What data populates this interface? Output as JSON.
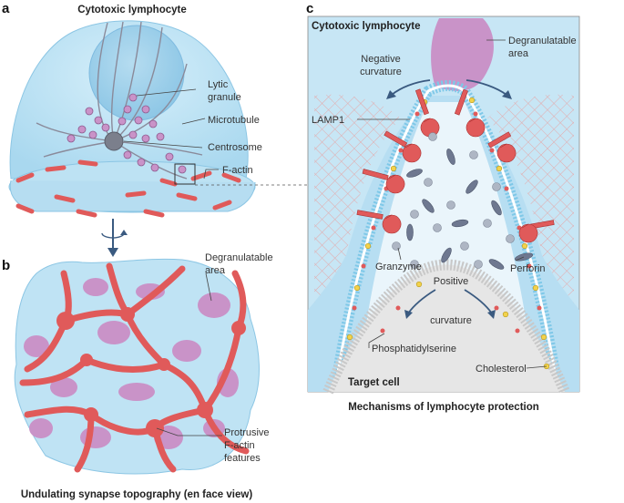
{
  "panel_a": {
    "letter": "a",
    "title": "Cytotoxic lymphocyte",
    "labels": {
      "lytic_granule": [
        "Lytic",
        "granule"
      ],
      "microtubule": "Microtubule",
      "centrosome": "Centrosome",
      "f_actin": "F-actin"
    }
  },
  "panel_b": {
    "letter": "b",
    "labels": {
      "degranulatable_area": [
        "Degranulatable",
        "area"
      ],
      "protrusive_features": [
        "Protrusive",
        "F-actin",
        "features"
      ]
    },
    "caption": "Undulating synapse topography (en face view)"
  },
  "panel_c": {
    "letter": "c",
    "title": "Cytotoxic lymphocyte",
    "labels": {
      "degranulatable_area": [
        "Degranulatable",
        "area"
      ],
      "negative_curvature": [
        "Negative",
        "curvature"
      ],
      "lamp1": "LAMP1",
      "granzyme": "Granzyme",
      "perforin": "Perforin",
      "positive_curvature": [
        "Positive",
        "curvature"
      ],
      "phosphatidylserine": "Phosphatidylserine",
      "cholesterol": "Cholesterol",
      "target_cell": "Target cell"
    },
    "caption": "Mechanisms of lymphocyte protection"
  },
  "colors": {
    "cell_blue": "#bfe3f4",
    "granule_purple": "#c993c8",
    "actin_red": "#e05a5a",
    "lipid_blue": "#7ec8e8",
    "cholesterol_yellow": "#f2d24c",
    "target_gray": "#e6e6e6"
  }
}
